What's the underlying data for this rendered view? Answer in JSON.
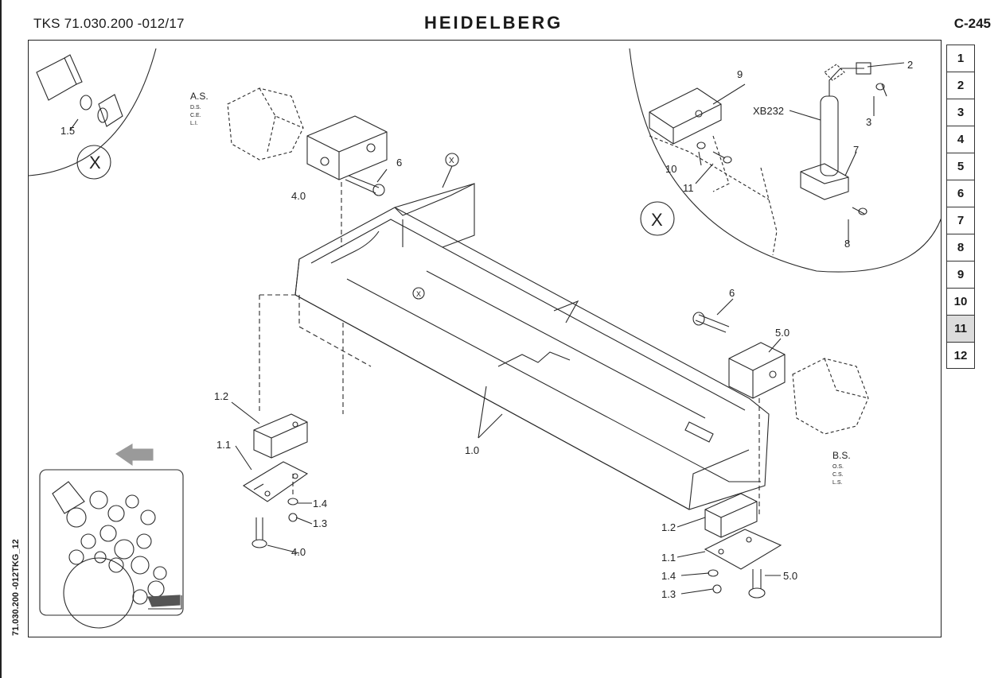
{
  "header": {
    "doc_code": "TKS 71.030.200 -012/17",
    "brand": "HEIDELBERG",
    "page_code": "C-245"
  },
  "side_code": "71.030.200 -012TKG_12",
  "page_tabs": [
    "1",
    "2",
    "3",
    "4",
    "5",
    "6",
    "7",
    "8",
    "9",
    "10",
    "11",
    "12"
  ],
  "active_tab": "11",
  "callouts": {
    "c_1_5": "1.5",
    "x_circle_left": "X",
    "as_main": "A.S.",
    "as_ds": "D.S.",
    "as_ce": "C.E.",
    "as_li": "L.I.",
    "c_6_top": "6",
    "c_4_0_top": "4.0",
    "x_small_top": "X",
    "x_small_mid": "X",
    "c_9": "9",
    "c_2": "2",
    "c_xb232": "XB232",
    "c_3": "3",
    "c_10": "10",
    "c_11": "11",
    "c_7": "7",
    "x_circle_right": "X",
    "c_8": "8",
    "c_6_right": "6",
    "c_5_0_top": "5.0",
    "c_1_2_left": "1.2",
    "c_1_1_left": "1.1",
    "c_1_0": "1.0",
    "c_1_4_left": "1.4",
    "c_1_3_left": "1.3",
    "c_4_0_bottom": "4.0",
    "bs_main": "B.S.",
    "bs_os": "O.S.",
    "bs_cs": "C.S.",
    "bs_ls": "L.S.",
    "c_1_2_right": "1.2",
    "c_1_1_right": "1.1",
    "c_1_4_right": "1.4",
    "c_1_3_right": "1.3",
    "c_5_0_bottom": "5.0"
  },
  "colors": {
    "line": "#2a2a2a",
    "arrow_gray": "#9a9a9a",
    "active_tab": "#dcdcdc"
  }
}
